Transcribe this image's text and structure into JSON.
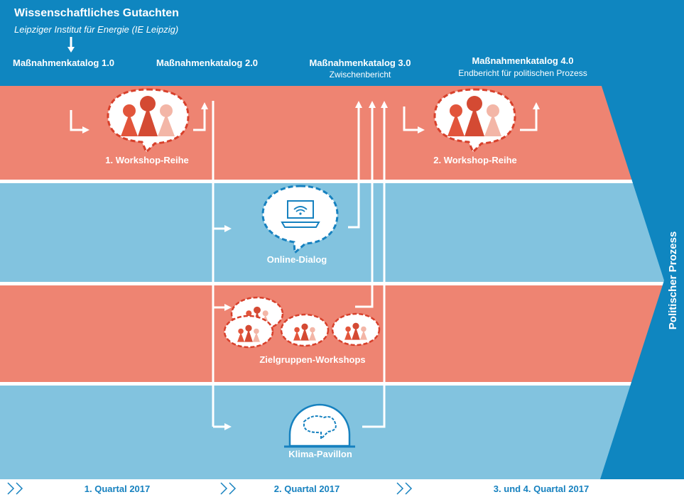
{
  "header": {
    "title": "Wissenschaftliches Gutachten",
    "subtitle": "Leipziger Institut für Energie (IE Leipzig)"
  },
  "catalogs": [
    {
      "title": "Maßnahmenkatalog 1.0",
      "note": ""
    },
    {
      "title": "Maßnahmenkatalog 2.0",
      "note": ""
    },
    {
      "title": "Maßnahmenkatalog 3.0",
      "note": "Zwischenbericht"
    },
    {
      "title": "Maßnahmenkatalog 4.0",
      "note": "Endbericht für politischen Prozess"
    }
  ],
  "lanes": {
    "workshop1": "1. Workshop-Reihe",
    "workshop2": "2. Workshop-Reihe",
    "online": "Online-Dialog",
    "target": "Zielgruppen-Workshops",
    "pavilion": "Klima-Pavillon"
  },
  "politics": "Politischer Prozess",
  "timeline": [
    "1. Quartal 2017",
    "2. Quartal 2017",
    "3. und 4. Quartal 2017"
  ],
  "colors": {
    "salmon": "#ee8472",
    "lightblue": "#82c3df",
    "darkblue": "#0f86c0",
    "person_dark": "#e2553b",
    "person_mid": "#ec7a63",
    "person_light": "#f3b6a7",
    "icon_border": "#1681bf"
  },
  "icons": [
    "people-icon",
    "laptop-icon",
    "dome-icon",
    "chevron-icon",
    "arrow-icon"
  ]
}
